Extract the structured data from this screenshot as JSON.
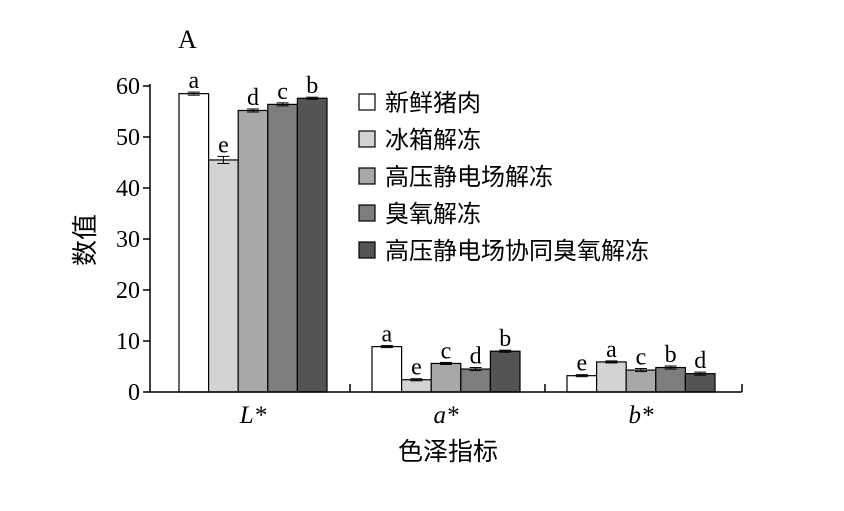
{
  "panel_label": "A",
  "chart_data": {
    "type": "bar",
    "title": "",
    "xlabel": "色泽指标",
    "ylabel": "数值",
    "ylim": [
      0,
      60
    ],
    "yticks": [
      0,
      10,
      20,
      30,
      40,
      50,
      60
    ],
    "categories": [
      "L*",
      "a*",
      "b*"
    ],
    "series": [
      {
        "name": "新鲜猪肉",
        "color": "#ffffff",
        "values": [
          58.5,
          8.9,
          3.2
        ],
        "errors": [
          0.3,
          0.2,
          0.2
        ],
        "letters": [
          "a",
          "a",
          "e"
        ]
      },
      {
        "name": "冰箱解冻",
        "color": "#d3d3d3",
        "values": [
          45.5,
          2.4,
          5.9
        ],
        "errors": [
          0.7,
          0.2,
          0.2
        ],
        "letters": [
          "e",
          "e",
          "a"
        ]
      },
      {
        "name": "高压静电场解冻",
        "color": "#a8a8a8",
        "values": [
          55.2,
          5.6,
          4.3
        ],
        "errors": [
          0.3,
          0.2,
          0.3
        ],
        "letters": [
          "d",
          "c",
          "c"
        ]
      },
      {
        "name": "臭氧解冻",
        "color": "#7d7d7d",
        "values": [
          56.4,
          4.5,
          4.8
        ],
        "errors": [
          0.3,
          0.3,
          0.3
        ],
        "letters": [
          "c",
          "d",
          "b"
        ]
      },
      {
        "name": "高压静电场协同臭氧解冻",
        "color": "#545454",
        "values": [
          57.6,
          8.0,
          3.6
        ],
        "errors": [
          0.2,
          0.2,
          0.3
        ],
        "letters": [
          "b",
          "b",
          "d"
        ]
      }
    ],
    "legend_position": "top-right",
    "grid": false
  }
}
